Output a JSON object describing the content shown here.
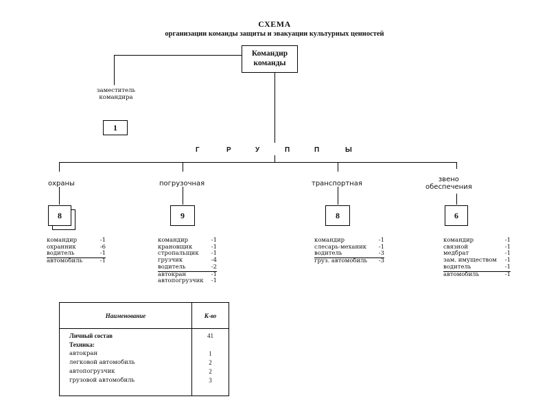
{
  "header": {
    "title": "СХЕМА",
    "subtitle": "организации команды защиты и эвакуации культурных ценностей"
  },
  "commander": {
    "label_line1": "Командир",
    "label_line2": "команды"
  },
  "deputy": {
    "label_line1": "заместитель",
    "label_line2": "командира",
    "count": "1"
  },
  "groups_word": [
    "Г",
    "Р",
    "У",
    "П",
    "П",
    "Ы"
  ],
  "groups": [
    {
      "label": "охраны",
      "count": "8",
      "items": [
        {
          "name": "командир",
          "value": "-1",
          "underline": false
        },
        {
          "name": "охранник",
          "value": "-6",
          "underline": false
        },
        {
          "name": "водитель",
          "value": "-1",
          "underline": true
        },
        {
          "name": "автомобиль",
          "value": "-1",
          "underline": false
        }
      ]
    },
    {
      "label": "погрузочная",
      "count": "9",
      "items": [
        {
          "name": "командир",
          "value": "-1",
          "underline": false
        },
        {
          "name": "крановщик",
          "value": "-1",
          "underline": false
        },
        {
          "name": "стропальщик",
          "value": "-1",
          "underline": false
        },
        {
          "name": "грузчик",
          "value": "-4",
          "underline": false
        },
        {
          "name": "водитель",
          "value": "-2",
          "underline": true
        },
        {
          "name": "автокран",
          "value": "-1",
          "underline": false
        },
        {
          "name": "автопогрузчик",
          "value": "-1",
          "underline": false
        }
      ]
    },
    {
      "label": "транспортная",
      "count": "8",
      "items": [
        {
          "name": "командир",
          "value": "-1",
          "underline": false
        },
        {
          "name": "слесарь-механик",
          "value": "-1",
          "underline": false
        },
        {
          "name": "водитель",
          "value": "-3",
          "underline": true
        },
        {
          "name": "груз. автомобиль",
          "value": "-3",
          "underline": false
        }
      ]
    },
    {
      "label_line1": "звено",
      "label_line2": "обеспечения",
      "count": "6",
      "items": [
        {
          "name": "командир",
          "value": "-1",
          "underline": false
        },
        {
          "name": "связной",
          "value": "-1",
          "underline": false
        },
        {
          "name": "медбрат",
          "value": "-1",
          "underline": false
        },
        {
          "name": "зам. имуществом",
          "value": "-1",
          "underline": false
        },
        {
          "name": "водитель",
          "value": "-1",
          "underline": true
        },
        {
          "name": "автомобиль",
          "value": "-1",
          "underline": false
        }
      ]
    }
  ],
  "summary": {
    "col_name": "Наименование",
    "col_count": "К-во",
    "personnel_label": "Личный состав",
    "personnel_count": "41",
    "tech_label": "Техника:",
    "rows": [
      {
        "name": "автокран",
        "count": "1"
      },
      {
        "name": "легковой автомобиль",
        "count": "2"
      },
      {
        "name": "автопогрузчик",
        "count": "2"
      },
      {
        "name": "грузовой автомобиль",
        "count": "3"
      }
    ]
  }
}
